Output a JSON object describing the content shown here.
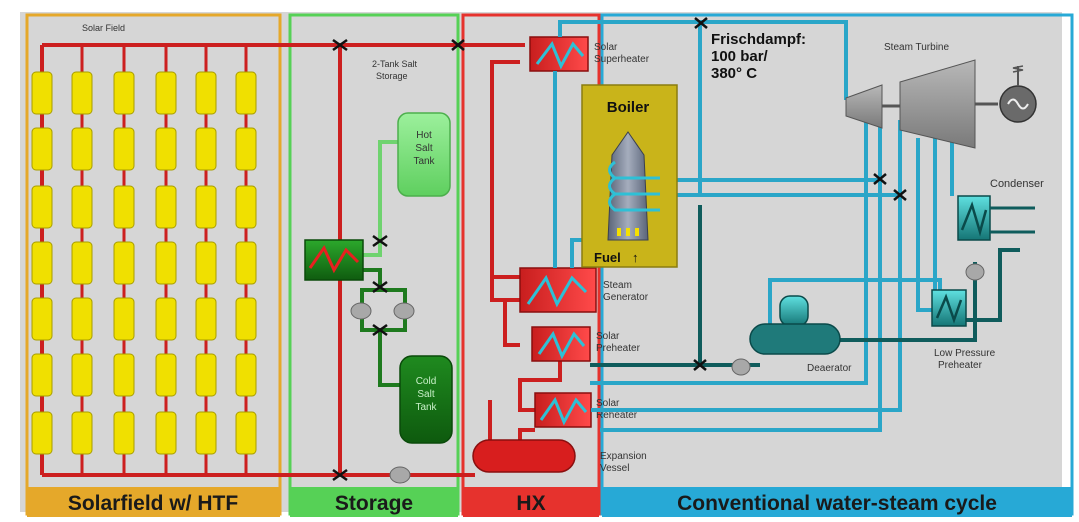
{
  "sections": [
    {
      "key": "solar",
      "label": "Solarfield w/ HTF",
      "color": "#e5a82a"
    },
    {
      "key": "storage",
      "label": "Storage",
      "color": "#56d156"
    },
    {
      "key": "hx",
      "label": "HX",
      "color": "#e6322d"
    },
    {
      "key": "cycle",
      "label": "Conventional water-steam cycle",
      "color": "#27a9d6"
    }
  ],
  "labels": {
    "solar_field": "Solar Field",
    "two_tank_line1": "2-Tank Salt",
    "two_tank_line2": "Storage",
    "hot_tank_line1": "Hot",
    "hot_tank_line2": "Salt",
    "hot_tank_line3": "Tank",
    "cold_tank_line1": "Cold",
    "cold_tank_line2": "Salt",
    "cold_tank_line3": "Tank",
    "superheater_line1": "Solar",
    "superheater_line2": "Superheater",
    "steam_gen_line1": "Steam",
    "steam_gen_line2": "Generator",
    "preheater_line1": "Solar",
    "preheater_line2": "Preheater",
    "reheater_line1": "Solar",
    "reheater_line2": "Reheater",
    "expansion_line1": "Expansion",
    "expansion_line2": "Vessel",
    "frischdampf_line1": "Frischdampf:",
    "frischdampf_line2": "100 bar/",
    "frischdampf_line3": "380°  C",
    "boiler": "Boiler",
    "fuel": "Fuel",
    "steam_turbine": "Steam Turbine",
    "condenser": "Condenser",
    "deaerator": "Deaerator",
    "lp_preheater_line1": "Low Pressure",
    "lp_preheater_line2": "Preheater"
  },
  "colors": {
    "htf_pipe": "#cc1f1f",
    "salt_pipe": "#1e7a1e",
    "water_pipe": "#2aa6c8",
    "dark_water_pipe": "#0f5c5c",
    "collector": "#f0e000",
    "background": "#d6d6d6"
  },
  "icons": [
    "valve-icon",
    "pump-icon",
    "generator-icon",
    "heat-exchanger-icon",
    "flame-icon"
  ]
}
